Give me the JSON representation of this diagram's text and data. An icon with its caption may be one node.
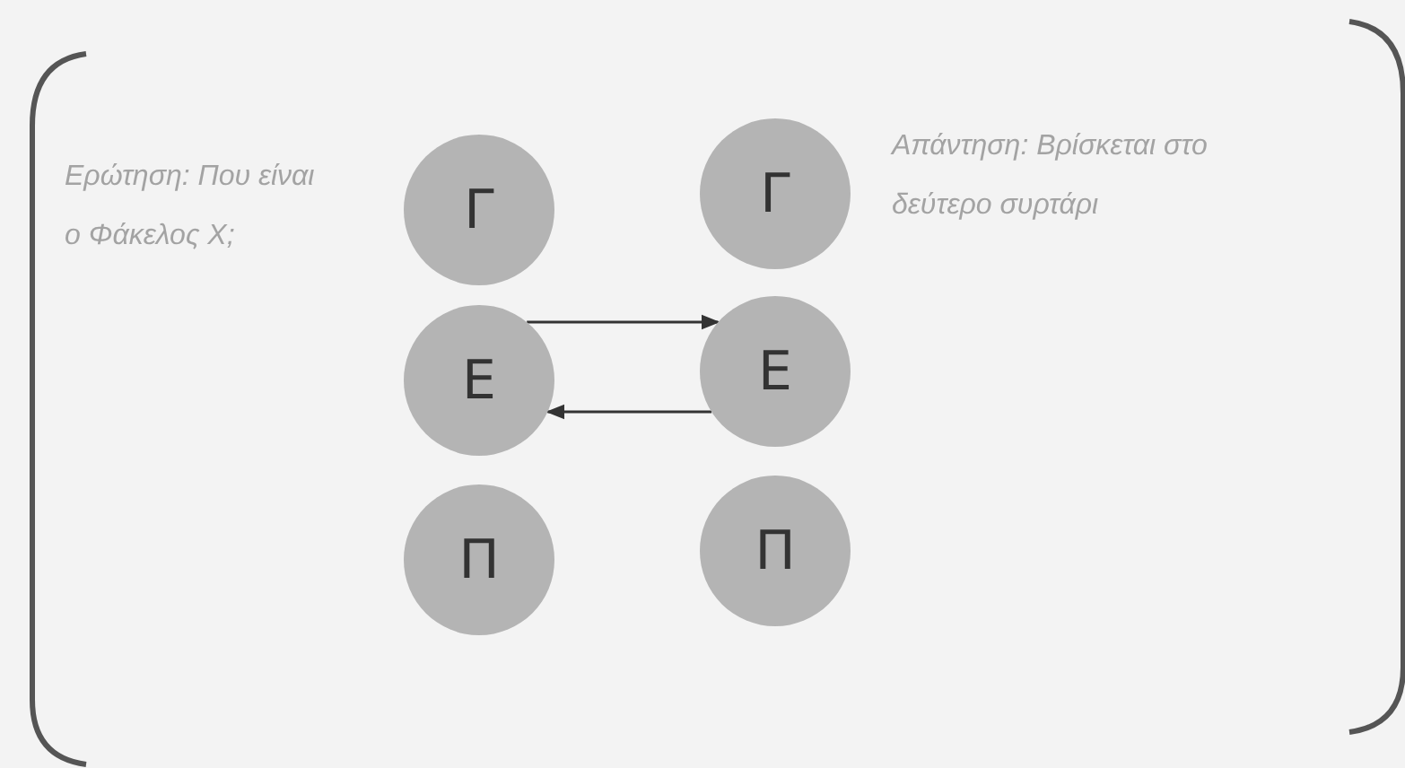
{
  "diagram": {
    "nodes": [
      {
        "text": [
          "Γ"
        ]
      },
      {
        "text": [
          "Ε"
        ]
      },
      {
        "text": [
          "Π"
        ]
      },
      {
        "text": [
          "Γ"
        ]
      },
      {
        "text": [
          "Ε"
        ]
      },
      {
        "text": [
          "Π"
        ]
      }
    ],
    "edges": [
      {
        "from": 1,
        "to": 4,
        "arrow": "to"
      },
      {
        "from": 4,
        "to": 1,
        "arrow": "to"
      }
    ],
    "labels": [
      "Ερώτηση: Που είναι ο Φάκελος Χ;",
      "Απάντηση: Βρίσκεται στο δεύτερο συρτάρι"
    ]
  }
}
